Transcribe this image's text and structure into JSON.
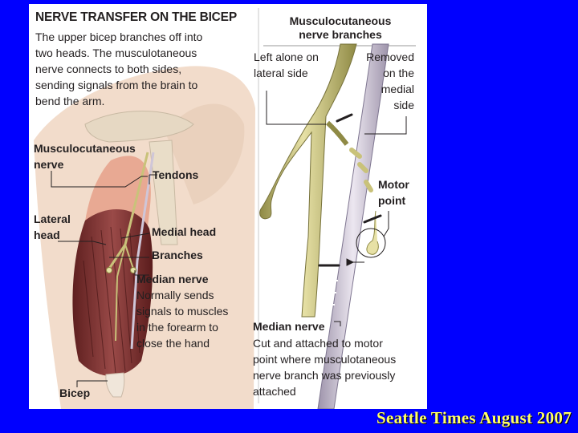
{
  "left_panel": {
    "title": "NERVE TRANSFER ON THE BICEP",
    "intro": "The upper bicep branches off into\ntwo heads. The musculotaneous\nnerve connects to both sides,\nsending signals from the brain to\nbend the arm.",
    "labels": {
      "musculocutaneous_nerve": "Musculocutaneous\nnerve",
      "tendons": "Tendons",
      "lateral_head": "Lateral\nhead",
      "medial_head": "Medial head",
      "branches": "Branches",
      "median_nerve": "Median nerve",
      "median_nerve_desc": "Normally sends\nsignals to muscles\nin the forearm to\nclose the hand",
      "bicep": "Bicep"
    }
  },
  "right_panel": {
    "title": "Musculocutaneous\nnerve branches",
    "left_alone": "Left alone on\nlateral side",
    "removed": "Removed\non the\nmedial\nside",
    "motor_point": "Motor\npoint",
    "median_nerve": "Median nerve",
    "median_nerve_desc": "Cut and attached to motor\npoint where musculotaneous\nnerve branch was previously\nattached"
  },
  "credit": "Seattle Times August 2007",
  "colors": {
    "background": "#0000ff",
    "panel": "#ffffff",
    "nerve": "#c9c27a",
    "median_nerve": "#cfc6d8",
    "muscle": "#7a2c2c",
    "skin": "#f2dccb",
    "credit_text": "#ffff66"
  }
}
